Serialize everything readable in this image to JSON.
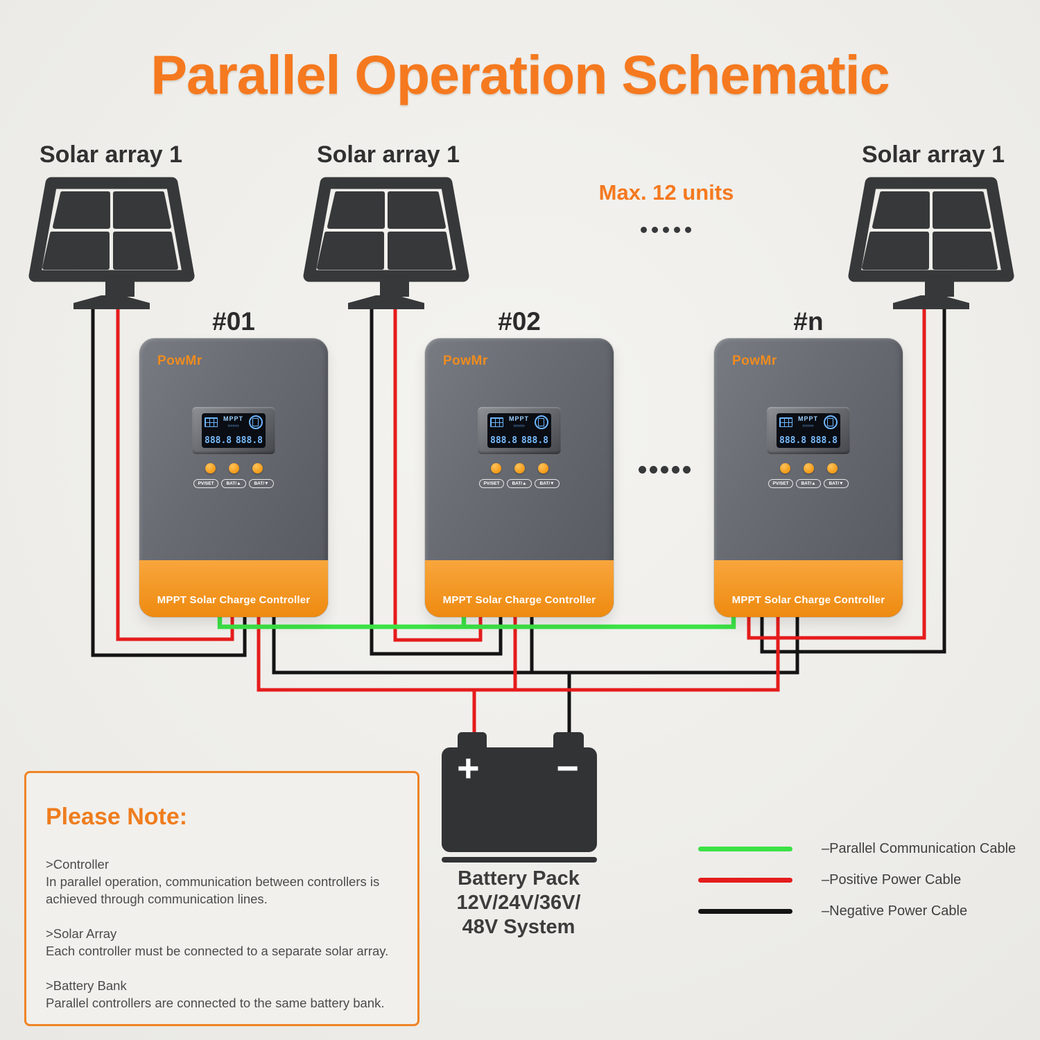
{
  "page": {
    "title": "Parallel Operation Schematic",
    "accent_color": "#f5791f",
    "background_color": "#f0efec"
  },
  "solar_arrays": [
    {
      "label": "Solar array 1"
    },
    {
      "label": "Solar array 1"
    },
    {
      "label": "Solar array 1"
    }
  ],
  "max_units": {
    "text": "Max. 12 units",
    "dots_count": 5
  },
  "continuation": {
    "dots_count": 5
  },
  "controllers": [
    {
      "id": "#01",
      "brand": "PowMr",
      "footer": "MPPT Solar Charge Controller",
      "lcd": {
        "mode": "MPPT",
        "arrows": "›››››››",
        "pv_value": "888.8",
        "bat_value": "888.8"
      },
      "buttons": [
        "PV/SET",
        "BAT/▲",
        "BAT/▼"
      ]
    },
    {
      "id": "#02",
      "brand": "PowMr",
      "footer": "MPPT Solar Charge Controller",
      "lcd": {
        "mode": "MPPT",
        "arrows": "›››››››",
        "pv_value": "888.8",
        "bat_value": "888.8"
      },
      "buttons": [
        "PV/SET",
        "BAT/▲",
        "BAT/▼"
      ]
    },
    {
      "id": "#n",
      "brand": "PowMr",
      "footer": "MPPT Solar Charge Controller",
      "lcd": {
        "mode": "MPPT",
        "arrows": "›››››››",
        "pv_value": "888.8",
        "bat_value": "888.8"
      },
      "buttons": [
        "PV/SET",
        "BAT/▲",
        "BAT/▼"
      ]
    }
  ],
  "battery": {
    "positive": "+",
    "negative": "−",
    "label_lines": [
      "Battery Pack",
      "12V/24V/36V/",
      "48V System"
    ]
  },
  "legend": [
    {
      "label": "–Parallel Communication Cable",
      "color": "#3ce246"
    },
    {
      "label": "–Positive Power Cable",
      "color": "#e51c1c"
    },
    {
      "label": "–Negative Power Cable",
      "color": "#141414"
    }
  ],
  "note": {
    "heading": "Please Note:",
    "items": [
      {
        "title": ">Controller",
        "body": "In parallel operation, communication between controllers is achieved through communication lines."
      },
      {
        "title": ">Solar Array",
        "body": "Each controller must be connected to a separate solar array."
      },
      {
        "title": ">Battery Bank",
        "body": "Parallel controllers are connected to the same battery bank."
      }
    ]
  }
}
